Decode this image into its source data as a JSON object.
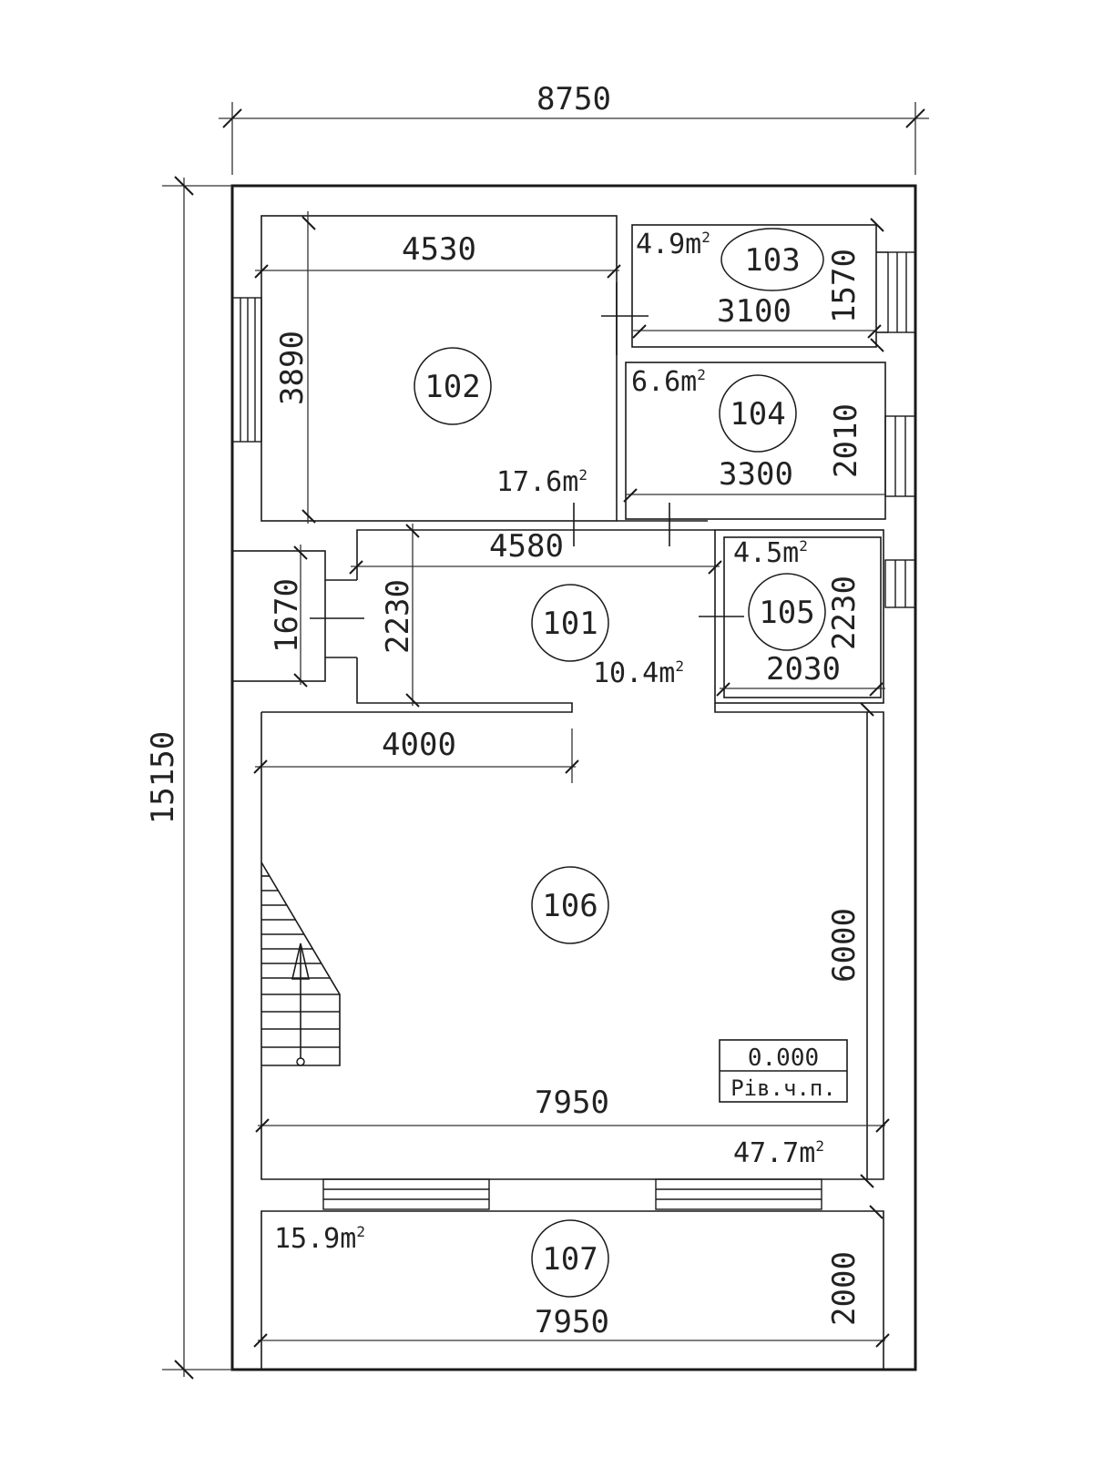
{
  "overall": {
    "width": "8750",
    "height": "15150"
  },
  "rooms": {
    "r101": {
      "number": "101",
      "area": "10.4m",
      "width": "4580",
      "depth": "2230"
    },
    "r102": {
      "number": "102",
      "area": "17.6m",
      "width": "4530",
      "depth": "3890"
    },
    "r103": {
      "number": "103",
      "area": "4.9m",
      "width": "3100",
      "depth": "1570"
    },
    "r104": {
      "number": "104",
      "area": "6.6m",
      "width": "3300",
      "depth": "2010"
    },
    "r105": {
      "number": "105",
      "area": "4.5m",
      "width": "2030",
      "depth": "2230"
    },
    "r106": {
      "number": "106",
      "area": "47.7m",
      "width": "7950",
      "opening": "4000",
      "depth": "6000"
    },
    "r107": {
      "number": "107",
      "area": "15.9m",
      "width": "7950",
      "depth": "2000"
    }
  },
  "vestibule": {
    "depth": "1670"
  },
  "area_superscript": "2",
  "level_mark": {
    "value": "0.000",
    "label": "Рів.ч.п."
  }
}
